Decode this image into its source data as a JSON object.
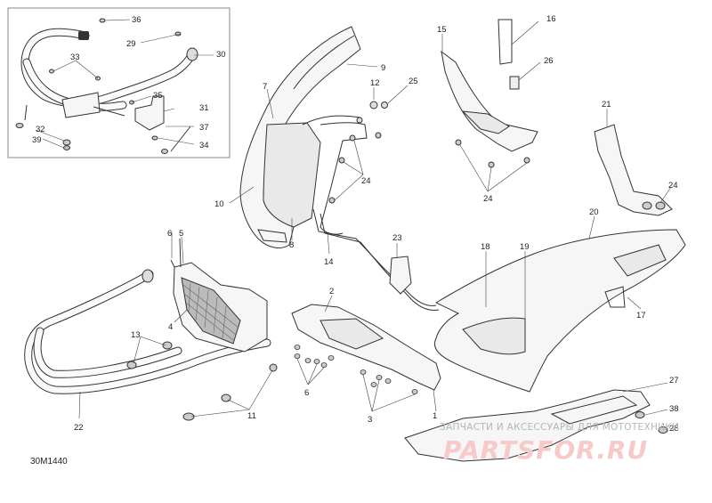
{
  "diagram_id": "30M1440",
  "watermark": {
    "line1": "ЗАПЧАСТИ И АКСЕССУАРЫ ДЛЯ МОТОТЕХНИКИ",
    "line2": "PARTSFOR.RU"
  },
  "callouts": {
    "c1": "1",
    "c2": "2",
    "c3": "3",
    "c4": "4",
    "c5": "5",
    "c6": "6",
    "c6b": "6",
    "c7": "7",
    "c8": "8",
    "c9": "9",
    "c10": "10",
    "c11": "11",
    "c12": "12",
    "c13": "13",
    "c14": "14",
    "c15": "15",
    "c16": "16",
    "c17": "17",
    "c18": "18",
    "c19": "19",
    "c20": "20",
    "c21": "21",
    "c22": "22",
    "c23": "23",
    "c24a": "24",
    "c24b": "24",
    "c24c": "24",
    "c25": "25",
    "c26": "26",
    "c27": "27",
    "c28": "28",
    "c29": "29",
    "c30": "30",
    "c31": "31",
    "c32": "32",
    "c33": "33",
    "c34": "34",
    "c35": "35",
    "c36": "36",
    "c37": "37",
    "c38": "38",
    "c39": "39"
  }
}
